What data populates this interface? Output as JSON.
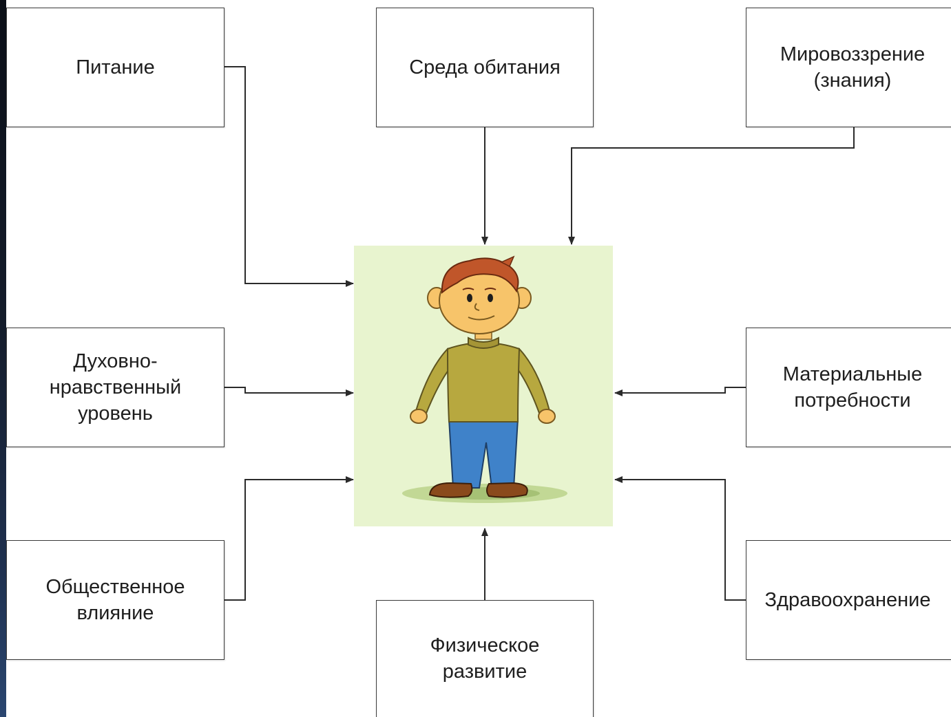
{
  "diagram": {
    "nodes": {
      "pitanie": "Питание",
      "sreda": "Среда обитания",
      "mirovozzrenie": "Мировоззрение\n(знания)",
      "dukhovno": "Духовно-\nнравственный\nуровень",
      "materialnye": "Материальные\nпотребности",
      "obshchestvennoe": "Общественное\nвлияние",
      "fizicheskoe": "Физическое\nразвитие",
      "zdravookhranenie": "Здравоохранение"
    },
    "center": {
      "illustration": "boy-figure",
      "background": "#e8f4cf"
    }
  },
  "colors": {
    "line": "#2b2b2b",
    "box_border": "#3a3a3a",
    "hair": "#c0562a",
    "skin": "#f7c46a",
    "sweater": "#b7a83f",
    "jeans": "#3f82c9",
    "shoes": "#8a4a1c"
  }
}
